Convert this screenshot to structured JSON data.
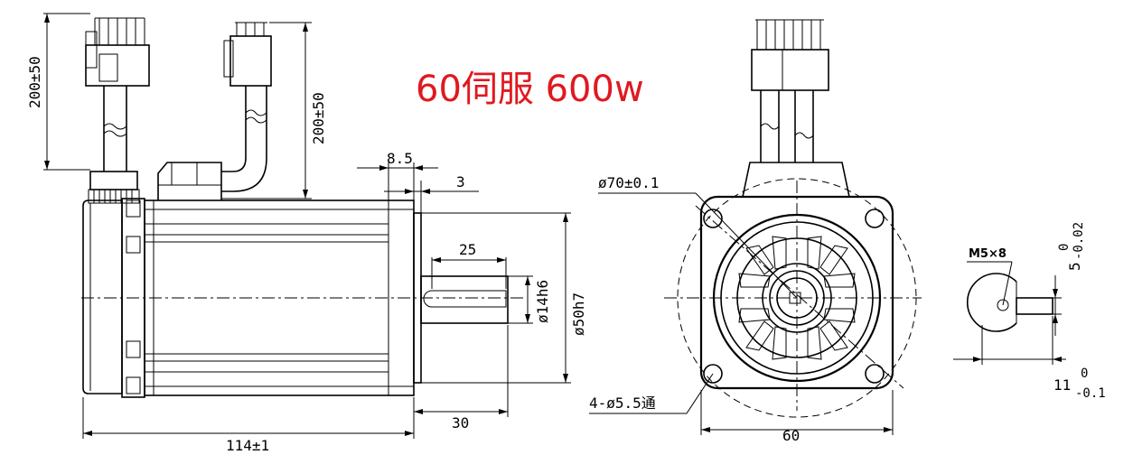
{
  "title": "60伺服  600w",
  "dimensions": {
    "cable_length_left": "200±50",
    "cable_length_right": "200±50",
    "flange_step": "8.5",
    "pilot_depth": "3",
    "key_length": "25",
    "shaft_diameter": "ø14h6",
    "pilot_diameter": "ø50h7",
    "shaft_length": "30",
    "body_length": "114±1",
    "bolt_circle": "ø70±0.1",
    "mount_holes": "4-ø5.5通",
    "flange_width": "60",
    "thread": "M5×8",
    "key_depth_value": "5",
    "key_depth_tol_upper": "0",
    "key_depth_tol_lower": "-0.02",
    "shaft_key_value": "11",
    "shaft_key_tol_upper": "0",
    "shaft_key_tol_lower": "-0.1"
  }
}
